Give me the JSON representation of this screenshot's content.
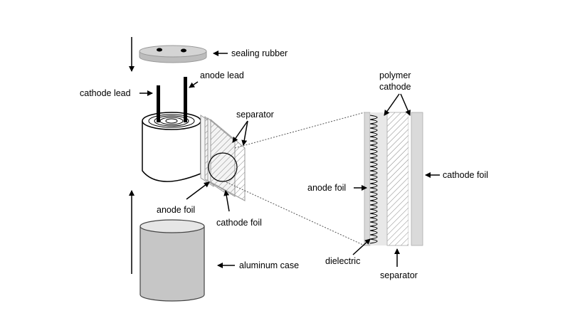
{
  "labels": {
    "sealing_rubber": "sealing rubber",
    "anode_lead": "anode lead",
    "cathode_lead": "cathode lead",
    "separator_left": "separator",
    "anode_foil_left": "anode foil",
    "cathode_foil_left": "cathode foil",
    "aluminum_case": "aluminum case",
    "polymer_line1": "polymer",
    "polymer_line2": "cathode",
    "anode_foil_right": "anode foil",
    "cathode_foil_right": "cathode foil",
    "dielectric": "dielectric",
    "separator_right": "separator"
  },
  "colors": {
    "case_fill": "#c8c8c8",
    "rubber_fill": "#cfcfcf",
    "foil_fill": "#d9d9d9",
    "line": "#000000"
  }
}
